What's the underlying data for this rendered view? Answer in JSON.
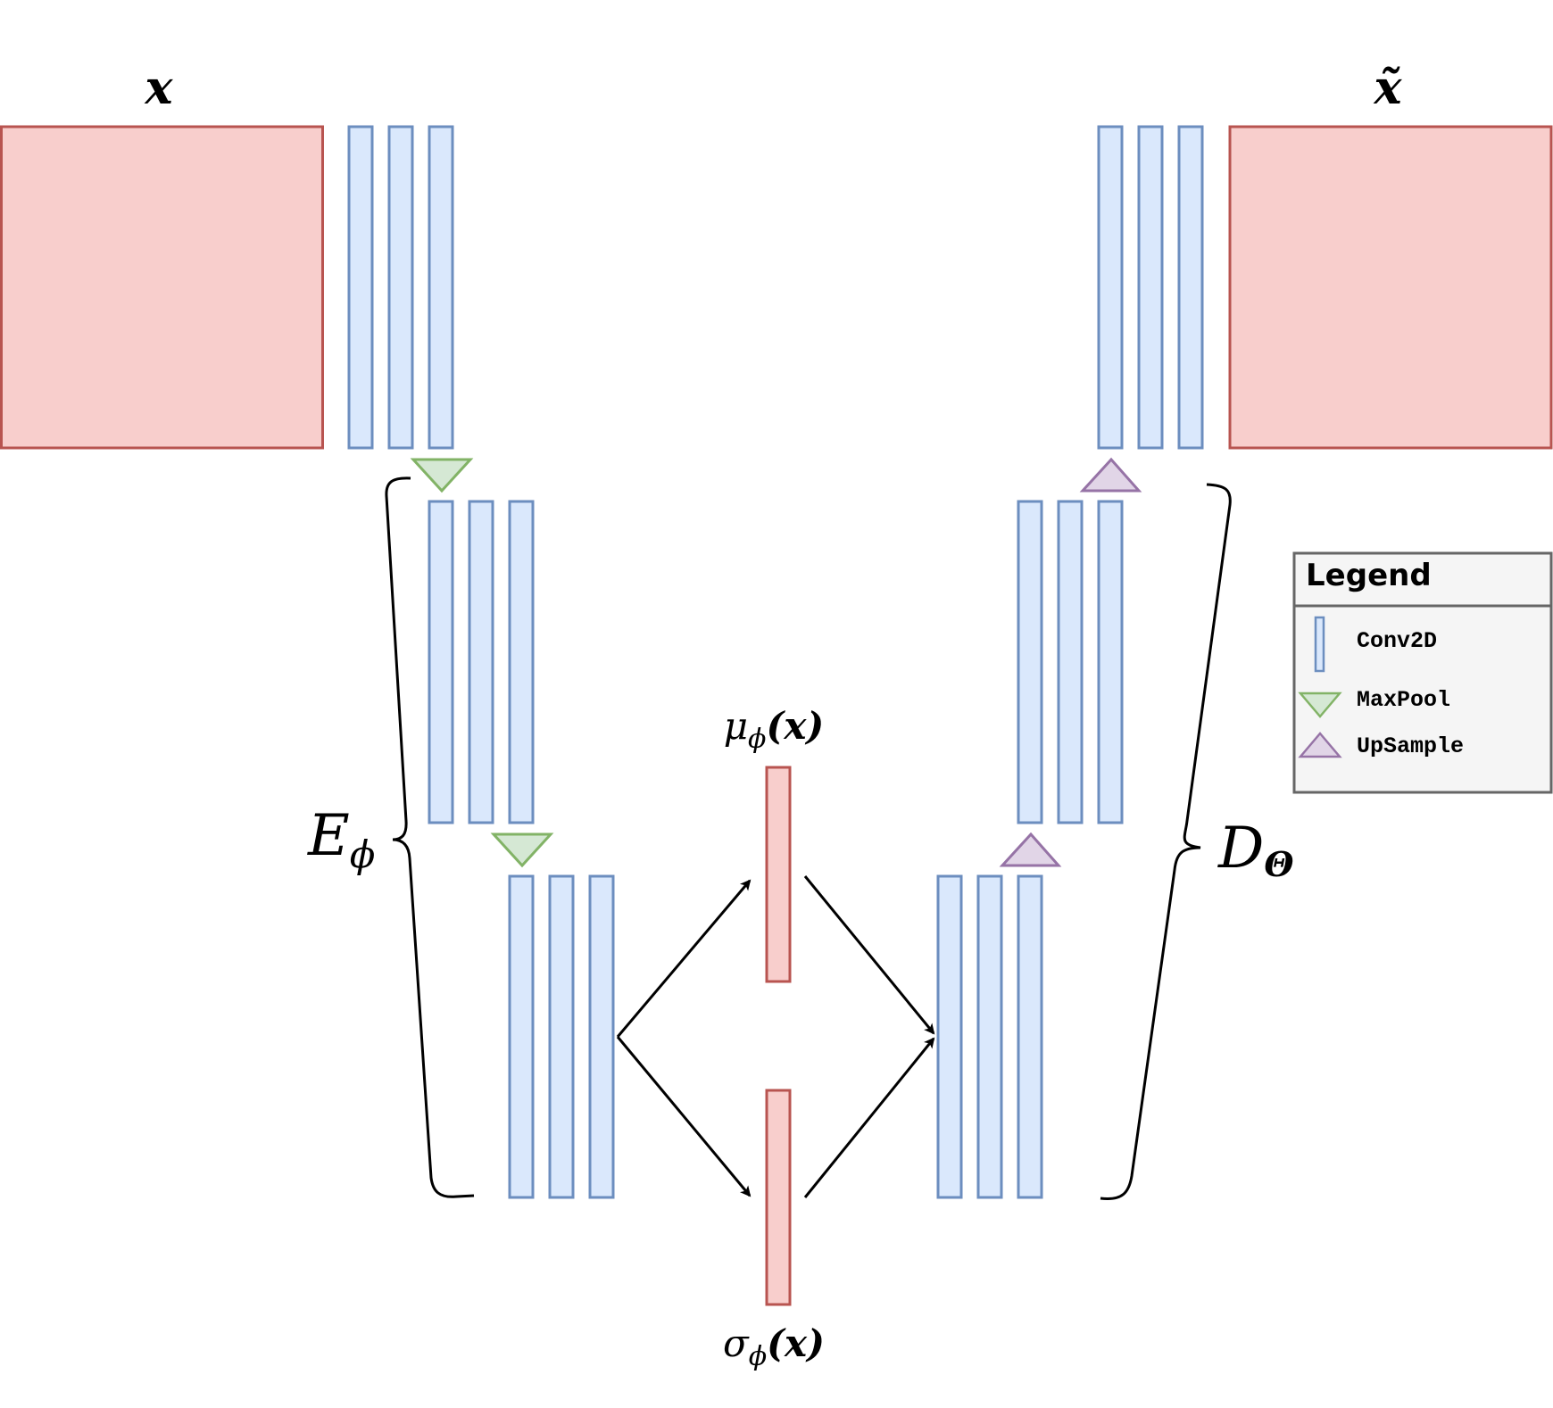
{
  "diagram": {
    "title": "Variational Autoencoder architecture",
    "colors": {
      "input_fill": "#f8cecc",
      "input_stroke": "#b85450",
      "conv_fill": "#dae8fc",
      "conv_stroke": "#6c8ebf",
      "maxpool_fill": "#d5e8d4",
      "maxpool_stroke": "#82b366",
      "upsample_fill": "#e1d5e7",
      "upsample_stroke": "#9673a6",
      "legend_fill": "#f5f5f5",
      "legend_stroke": "#666666",
      "arrow": "#000000"
    },
    "labels": {
      "input": "x",
      "output": "x̃",
      "encoder_base": "E",
      "encoder_sub": "ϕ",
      "decoder_base": "D",
      "decoder_sub": "Θ",
      "mu_base": "μ",
      "mu_sub": "ϕ",
      "mu_arg": "(x)",
      "sigma_base": "σ",
      "sigma_sub": "ϕ",
      "sigma_arg": "(x)"
    },
    "encoder": {
      "stages": [
        {
          "conv_layers": 3,
          "followed_by": "MaxPool"
        },
        {
          "conv_layers": 3,
          "followed_by": "MaxPool"
        },
        {
          "conv_layers": 3,
          "followed_by": "latent"
        }
      ]
    },
    "latent": [
      "μϕ(x)",
      "σϕ(x)"
    ],
    "decoder": {
      "stages": [
        {
          "conv_layers": 3,
          "followed_by": "UpSample"
        },
        {
          "conv_layers": 3,
          "followed_by": "UpSample"
        },
        {
          "conv_layers": 3,
          "followed_by": "output"
        }
      ]
    },
    "legend": {
      "title": "Legend",
      "items": [
        {
          "icon": "conv-bar-icon",
          "label": "Conv2D"
        },
        {
          "icon": "maxpool-triangle-icon",
          "label": "MaxPool"
        },
        {
          "icon": "upsample-triangle-icon",
          "label": "UpSample"
        }
      ]
    }
  }
}
